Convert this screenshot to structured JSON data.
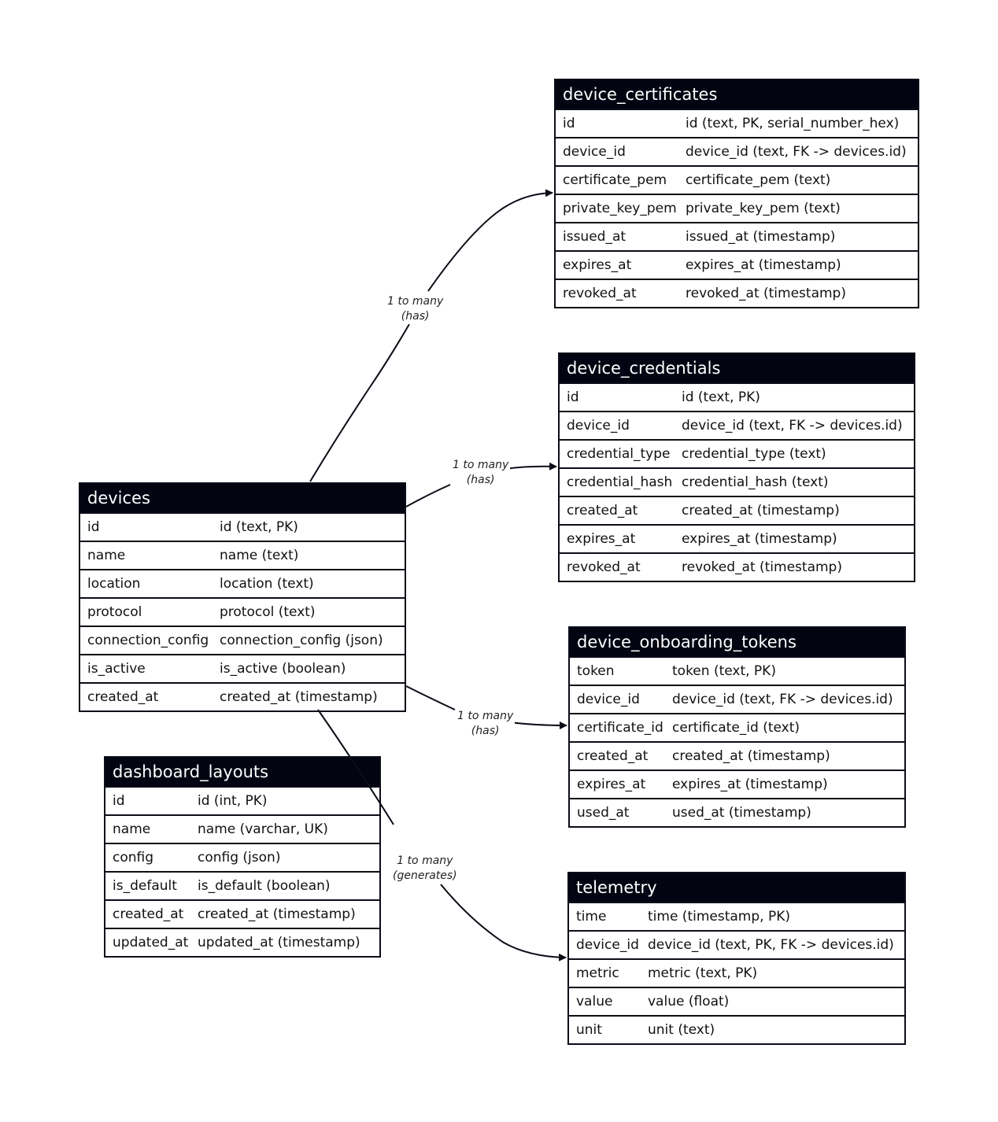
{
  "tables": [
    {
      "id": "device_certificates",
      "name": "device_certificates",
      "rows": [
        {
          "name": "id",
          "type": "id (text, PK, serial_number_hex)"
        },
        {
          "name": "device_id",
          "type": "device_id (text, FK -> devices.id)"
        },
        {
          "name": "certificate_pem",
          "type": "certificate_pem (text)"
        },
        {
          "name": "private_key_pem",
          "type": "private_key_pem (text)"
        },
        {
          "name": "issued_at",
          "type": "issued_at (timestamp)"
        },
        {
          "name": "expires_at",
          "type": "expires_at (timestamp)"
        },
        {
          "name": "revoked_at",
          "type": "revoked_at (timestamp)"
        }
      ]
    },
    {
      "id": "device_credentials",
      "name": "device_credentials",
      "rows": [
        {
          "name": "id",
          "type": "id (text, PK)"
        },
        {
          "name": "device_id",
          "type": "device_id (text, FK -> devices.id)"
        },
        {
          "name": "credential_type",
          "type": "credential_type (text)"
        },
        {
          "name": "credential_hash",
          "type": "credential_hash (text)"
        },
        {
          "name": "created_at",
          "type": "created_at (timestamp)"
        },
        {
          "name": "expires_at",
          "type": "expires_at (timestamp)"
        },
        {
          "name": "revoked_at",
          "type": "revoked_at (timestamp)"
        }
      ]
    },
    {
      "id": "devices",
      "name": "devices",
      "rows": [
        {
          "name": "id",
          "type": "id (text, PK)"
        },
        {
          "name": "name",
          "type": "name (text)"
        },
        {
          "name": "location",
          "type": "location (text)"
        },
        {
          "name": "protocol",
          "type": "protocol (text)"
        },
        {
          "name": "connection_config",
          "type": "connection_config (json)"
        },
        {
          "name": "is_active",
          "type": "is_active (boolean)"
        },
        {
          "name": "created_at",
          "type": "created_at (timestamp)"
        }
      ]
    },
    {
      "id": "device_onboarding_tokens",
      "name": "device_onboarding_tokens",
      "rows": [
        {
          "name": "token",
          "type": "token (text, PK)"
        },
        {
          "name": "device_id",
          "type": "device_id (text, FK -> devices.id)"
        },
        {
          "name": "certificate_id",
          "type": "certificate_id (text)"
        },
        {
          "name": "created_at",
          "type": "created_at (timestamp)"
        },
        {
          "name": "expires_at",
          "type": "expires_at (timestamp)"
        },
        {
          "name": "used_at",
          "type": "used_at (timestamp)"
        }
      ]
    },
    {
      "id": "dashboard_layouts",
      "name": "dashboard_layouts",
      "rows": [
        {
          "name": "id",
          "type": "id (int, PK)"
        },
        {
          "name": "name",
          "type": "name (varchar, UK)"
        },
        {
          "name": "config",
          "type": "config (json)"
        },
        {
          "name": "is_default",
          "type": "is_default (boolean)"
        },
        {
          "name": "created_at",
          "type": "created_at (timestamp)"
        },
        {
          "name": "updated_at",
          "type": "updated_at (timestamp)"
        }
      ]
    },
    {
      "id": "telemetry",
      "name": "telemetry",
      "rows": [
        {
          "name": "time",
          "type": "time (timestamp, PK)"
        },
        {
          "name": "device_id",
          "type": "device_id (text, PK, FK -> devices.id)"
        },
        {
          "name": "metric",
          "type": "metric (text, PK)"
        },
        {
          "name": "value",
          "type": "value (float)"
        },
        {
          "name": "unit",
          "type": "unit (text)"
        }
      ]
    }
  ],
  "relationships": [
    {
      "from": "devices",
      "to": "device_certificates",
      "cardinality": "1 to many",
      "verb": "(has)"
    },
    {
      "from": "devices",
      "to": "device_credentials",
      "cardinality": "1 to many",
      "verb": "(has)"
    },
    {
      "from": "devices",
      "to": "device_onboarding_tokens",
      "cardinality": "1 to many",
      "verb": "(has)"
    },
    {
      "from": "devices",
      "to": "telemetry",
      "cardinality": "1 to many",
      "verb": "(generates)"
    }
  ]
}
